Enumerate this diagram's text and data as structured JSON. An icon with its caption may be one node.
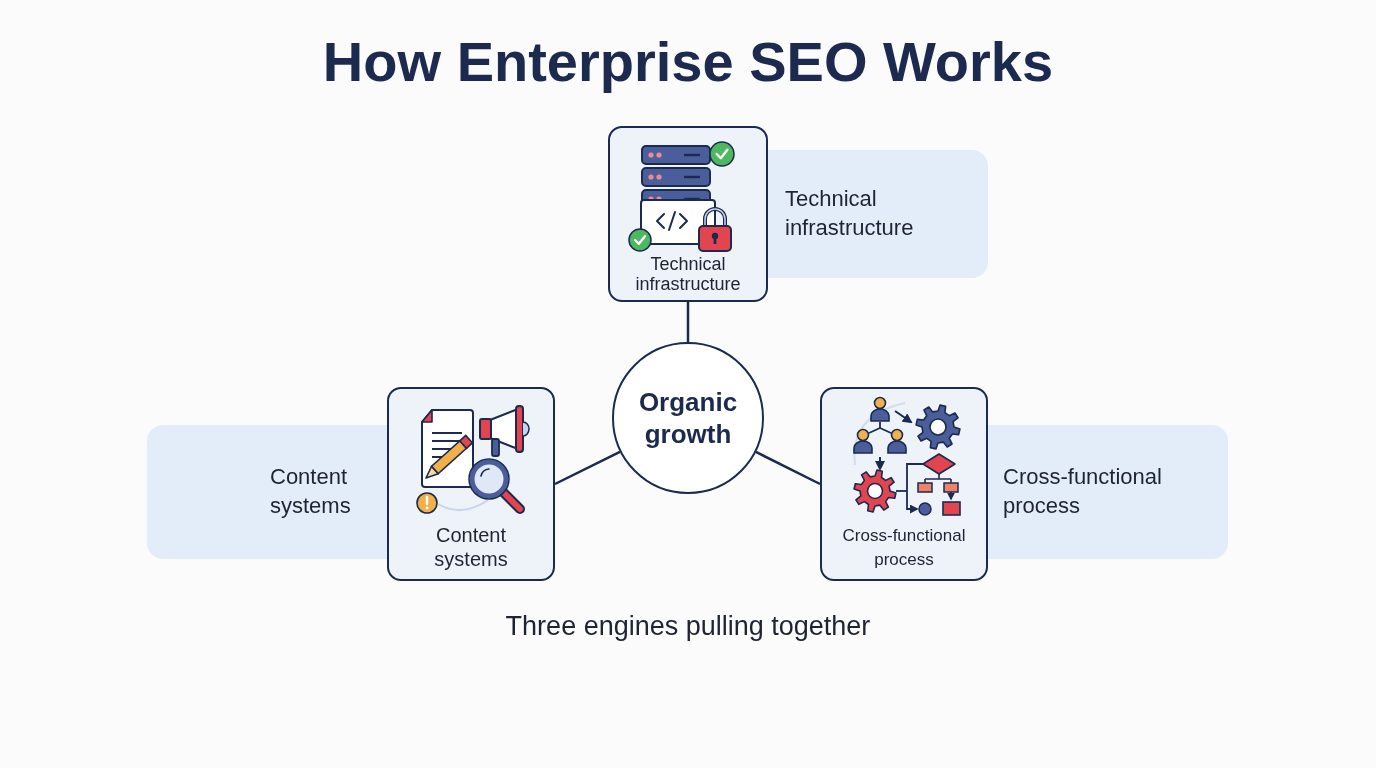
{
  "diagram": {
    "title": "How Enterprise SEO Works",
    "nodes": [
      {
        "text": [
          "Technical infrastructure"
        ]
      },
      {
        "text": [
          "Technical infrastructure"
        ]
      },
      {
        "text": [
          "Organic growth"
        ]
      },
      {
        "text": [
          "Content systems"
        ]
      },
      {
        "text": [
          "Content systems"
        ]
      },
      {
        "text": [
          "Cross-functional process"
        ]
      },
      {
        "text": [
          "Cross-functional process"
        ]
      }
    ],
    "edges": [
      {
        "from": 0,
        "to": 2,
        "arrow": "none"
      },
      {
        "from": 2,
        "to": 4,
        "arrow": "none"
      },
      {
        "from": 2,
        "to": 5,
        "arrow": "none"
      }
    ],
    "caption": "Three engines pulling together"
  }
}
